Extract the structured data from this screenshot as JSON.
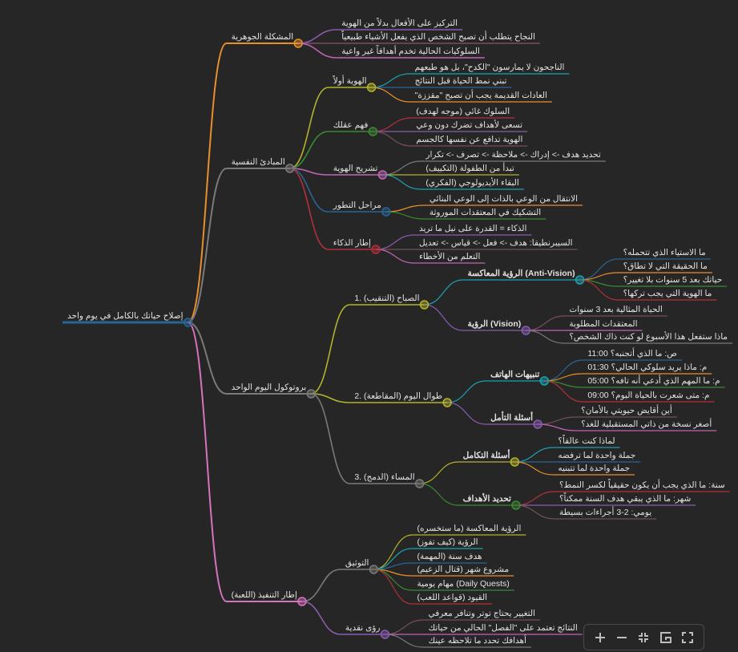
{
  "mindmap": {
    "text": "إصلاح حياتك بالكامل في يوم واحد",
    "color": "#2a6496",
    "children": [
      {
        "text": "المشكلة الجوهرية",
        "color": "#e8902a",
        "children": [
          {
            "text": "التركيز على الأفعال بدلاً من الهوية",
            "color": "#8a5cb0"
          },
          {
            "text": "النجاح يتطلب أن تصبح الشخص الذي يفعل الأشياء طبيعياً",
            "color": "#7a4e5a"
          },
          {
            "text": "السلوكيات الحالية تخدم أهدافاً غير واعية",
            "color": "#c066b4"
          }
        ]
      },
      {
        "text": "المبادئ النفسية",
        "color": "#7a7a7a",
        "children": [
          {
            "text": "الهوية أولاً",
            "color": "#b3b32c",
            "children": [
              {
                "text": "الناجحون لا يمارسون \"الكدح\"، بل هو طبعهم",
                "color": "#1aa3b3"
              },
              {
                "text": "تبني نمط الحياة قبل النتائج",
                "color": "#2a6496"
              },
              {
                "text": "\"العادات القديمة يجب أن تصبح \"مقززة",
                "color": "#e8902a"
              }
            ]
          },
          {
            "text": "فهم عقلك",
            "color": "#3a8a32",
            "children": [
              {
                "text": "السلوك غائي (موجه لهدف)",
                "color": "#b3303a"
              },
              {
                "text": "تسعى لأهداف تضرك دون وعي",
                "color": "#8a5cb0"
              },
              {
                "text": "الهوية تدافع عن نفسها كالجسم",
                "color": "#7a4e5a"
              }
            ]
          },
          {
            "text": "تشريح الهوية",
            "color": "#c066b4",
            "children": [
              {
                "text": "تحديد هدف -> إدراك -> ملاحظة -> تصرف -> تكرار",
                "color": "#7a7a7a"
              },
              {
                "text": "تبدأ من الطفولة (التكييف)",
                "color": "#b3b32c"
              },
              {
                "text": "البقاء الأيديولوجي (الفكري)",
                "color": "#1aa3b3"
              }
            ]
          },
          {
            "text": "مراحل التطور",
            "color": "#2a6496",
            "children": [
              {
                "text": "الانتقال من الوعي بالذات إلى الوعي البنائي",
                "color": "#e8902a"
              },
              {
                "text": "التشكيك في المعتقدات الموروثة",
                "color": "#3a8a32"
              }
            ]
          },
          {
            "text": "إطار الذكاء",
            "color": "#b3303a",
            "children": [
              {
                "text": "الذكاء = القدرة على نيل ما تريد",
                "color": "#8a5cb0"
              },
              {
                "text": "السيبرنطيقا: هدف -> فعل -> قياس -> تعديل",
                "color": "#7a4e5a"
              },
              {
                "text": "التعلم من الأخطاء",
                "color": "#c066b4"
              }
            ]
          }
        ]
      },
      {
        "text": "بروتوكول اليوم الواحد",
        "color": "#7a7a7a",
        "children": [
          {
            "text": "1. الصباح (التنقيب)",
            "color": "#b3b32c",
            "children": [
              {
                "text": "الرؤية المعاكسة (Anti-Vision)",
                "color": "#1aa3b3",
                "bold": true,
                "children": [
                  {
                    "text": "ما الاستياء الذي تتحمله؟",
                    "color": "#2a6496"
                  },
                  {
                    "text": "ما الحقيقة التي لا تطاق؟",
                    "color": "#e8902a"
                  },
                  {
                    "text": "حياتك بعد 5 سنوات بلا تغيير؟",
                    "color": "#3a8a32"
                  },
                  {
                    "text": "ما الهوية التي يجب تركها؟",
                    "color": "#b3303a"
                  }
                ]
              },
              {
                "text": "الرؤية (Vision)",
                "color": "#8a5cb0",
                "bold": true,
                "children": [
                  {
                    "text": "الحياة المثالية بعد 3 سنوات",
                    "color": "#7a4e5a"
                  },
                  {
                    "text": "المعتقدات المطلوبة",
                    "color": "#c066b4"
                  },
                  {
                    "text": "ماذا ستفعل هذا الأسبوع لو كنت ذاك الشخص؟",
                    "color": "#7a7a7a"
                  }
                ]
              }
            ]
          },
          {
            "text": "2. طوال اليوم (المقاطعة)",
            "color": "#b3b32c",
            "children": [
              {
                "text": "تنبيهات الهاتف",
                "color": "#1aa3b3",
                "bold": true,
                "children": [
                  {
                    "text": "11:00 ص: ما الذي أتجنبه؟",
                    "color": "#2a6496"
                  },
                  {
                    "text": "01:30 م: ماذا يريد سلوكي الحالي؟",
                    "color": "#e8902a"
                  },
                  {
                    "text": "05:00 م: ما المهم الذي أدعي أنه تافه؟",
                    "color": "#3a8a32"
                  },
                  {
                    "text": "09:00 م: متى شعرت بالحياة اليوم؟",
                    "color": "#b3303a"
                  }
                ]
              },
              {
                "text": "أسئلة التأمل",
                "color": "#8a5cb0",
                "bold": true,
                "children": [
                  {
                    "text": "أين أقايض حيويتي بالأمان؟",
                    "color": "#7a4e5a"
                  },
                  {
                    "text": "أصغر نسخة من ذاتي المستقبلية للغد؟",
                    "color": "#c066b4"
                  }
                ]
              }
            ]
          },
          {
            "text": "3. المساء (الدمج)",
            "color": "#7a7a7a",
            "children": [
              {
                "text": "أسئلة التكامل",
                "color": "#b3b32c",
                "bold": true,
                "children": [
                  {
                    "text": "لماذا كنت عالقاً؟",
                    "color": "#1aa3b3"
                  },
                  {
                    "text": "جملة واحدة لما ترفضه",
                    "color": "#2a6496"
                  },
                  {
                    "text": "جملة واحدة لما تتبنيه",
                    "color": "#e8902a"
                  }
                ]
              },
              {
                "text": "تحديد الأهداف",
                "color": "#3a8a32",
                "bold": true,
                "children": [
                  {
                    "text": "سنة: ما الذي يجب أن يكون حقيقياً لكسر النمط؟",
                    "color": "#b3303a"
                  },
                  {
                    "text": "شهر: ما الذي يبقي هدف السنة ممكناً؟",
                    "color": "#8a5cb0"
                  },
                  {
                    "text": "يومي: 2-3 أجراءات بسيطة",
                    "color": "#7a4e5a"
                  }
                ]
              }
            ]
          }
        ]
      },
      {
        "text": "إطار التنفيذ (اللعبة)",
        "color": "#d672c0",
        "children": [
          {
            "text": "التوثيق",
            "color": "#7a7a7a",
            "children": [
              {
                "text": "الرؤية المعاكسة (ما ستخسره)",
                "color": "#b3b32c"
              },
              {
                "text": "الرؤية (كيف تفوز)",
                "color": "#1aa3b3"
              },
              {
                "text": "هدف سنة (المهمة)",
                "color": "#2a6496"
              },
              {
                "text": "مشروع شهر (قتال الزعيم)",
                "color": "#e8902a"
              },
              {
                "text": "مهام يومية (Daily Quests)",
                "color": "#3a8a32"
              },
              {
                "text": "القيود (قواعد اللعب)",
                "color": "#b3303a"
              }
            ]
          },
          {
            "text": "رؤى نقدية",
            "color": "#8a5cb0",
            "children": [
              {
                "text": "التغيير يحتاج توتر وتنافر معرفي",
                "color": "#7a4e5a"
              },
              {
                "text": "النتائج تعتمد على \"الفصل\" الحالي من حياتك",
                "color": "#c066b4"
              },
              {
                "text": "أهدافك تحدد ما تلاحظه عينك",
                "color": "#7a7a7a"
              }
            ]
          }
        ]
      }
    ]
  },
  "toolbar": {
    "buttons": [
      {
        "icon": "zoom-in-icon"
      },
      {
        "icon": "zoom-out-icon"
      },
      {
        "icon": "fit-view-icon"
      },
      {
        "icon": "markmap-logo-icon"
      },
      {
        "icon": "fullscreen-icon"
      }
    ]
  },
  "colors": {
    "background": "#262626",
    "text": "#e2e2e2"
  }
}
